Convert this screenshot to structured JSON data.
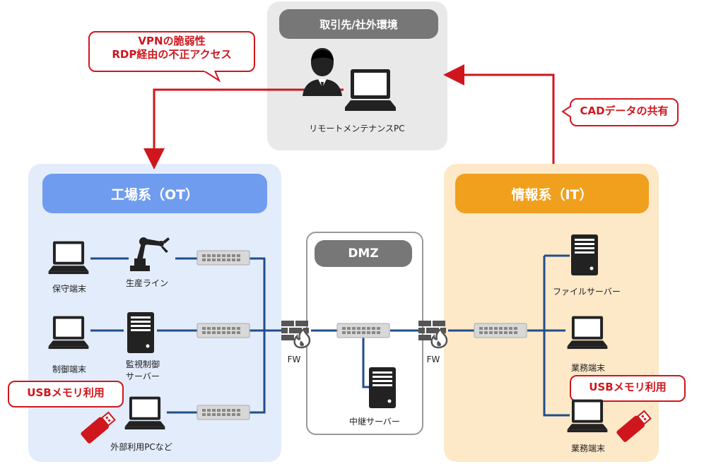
{
  "top_panel": {
    "title": "取引先/社外環境",
    "pc_label": "リモートメンテナンスPC"
  },
  "ot_panel": {
    "title": "工場系（OT）",
    "items": {
      "maintenance_terminal": "保守端末",
      "production_line": "生産ライン",
      "control_terminal": "制御端末",
      "monitor_server": [
        "監視制御",
        "サーバー"
      ],
      "external_pc": "外部利用PCなど"
    }
  },
  "dmz_panel": {
    "title": "DMZ",
    "relay_server": "中継サーバー"
  },
  "it_panel": {
    "title": "情報系（IT）",
    "items": {
      "file_server": "ファイルサーバー",
      "business_terminal_1": "業務端末",
      "business_terminal_2": "業務端末"
    }
  },
  "firewalls": {
    "left": "FW",
    "right": "FW"
  },
  "callouts": {
    "vpn": [
      "VPNの脆弱性",
      "RDP経由の不正アクセス"
    ],
    "cad": "CADデータの共有",
    "usb_left": "USBメモリ利用",
    "usb_right": "USBメモリ利用"
  },
  "colors": {
    "red": "#d0161d",
    "line": "#1f4e8c",
    "ot_bg": "#e3ecfb",
    "ot_header": "#6f9cef",
    "it_bg": "#fde8c8",
    "it_header": "#f0a01d",
    "top_bg": "#e9e9e9",
    "top_header": "#777777",
    "dmz_header": "#777777"
  }
}
